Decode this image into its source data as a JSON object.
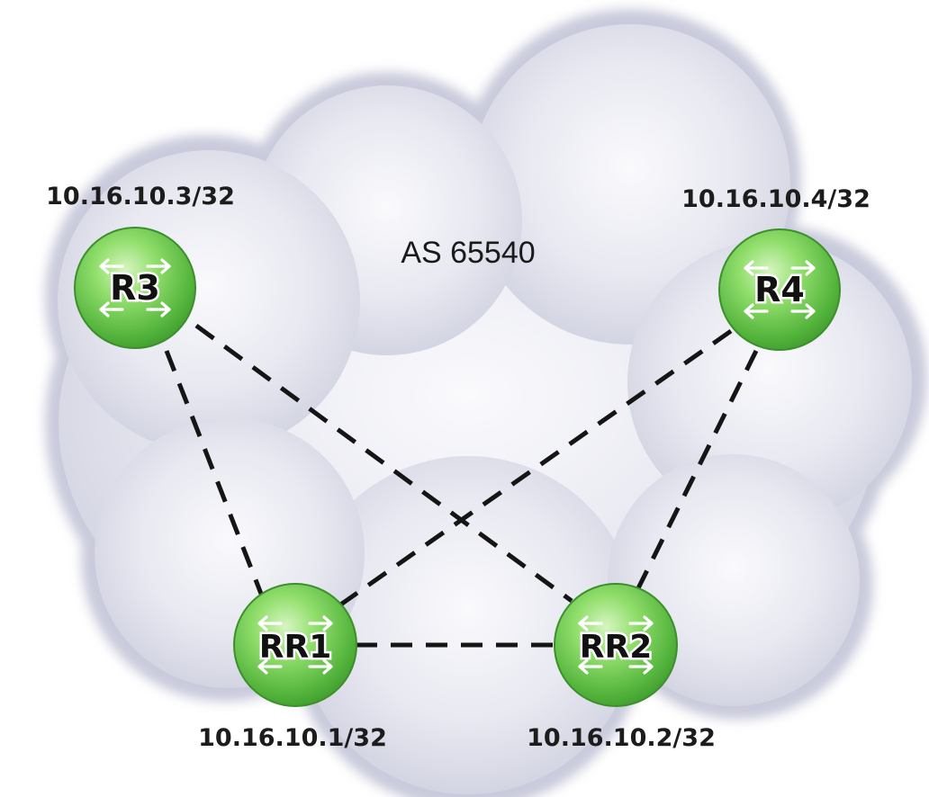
{
  "as_label": "AS 65540",
  "routers": [
    {
      "id": "r3",
      "name": "R3",
      "address": "10.16.10.3/32"
    },
    {
      "id": "r4",
      "name": "R4",
      "address": "10.16.10.4/32"
    },
    {
      "id": "rr1",
      "name": "RR1",
      "address": "10.16.10.1/32"
    },
    {
      "id": "rr2",
      "name": "RR2",
      "address": "10.16.10.2/32"
    }
  ],
  "links": [
    {
      "from": "R3",
      "to": "RR1"
    },
    {
      "from": "R3",
      "to": "RR2"
    },
    {
      "from": "R4",
      "to": "RR1"
    },
    {
      "from": "R4",
      "to": "RR2"
    },
    {
      "from": "RR1",
      "to": "RR2"
    }
  ],
  "colors": {
    "cloud": "#dcdde9",
    "router_green": "#7fd45b",
    "link": "#151515"
  },
  "icons": {
    "router": "router-icon",
    "cloud": "cloud-icon"
  }
}
